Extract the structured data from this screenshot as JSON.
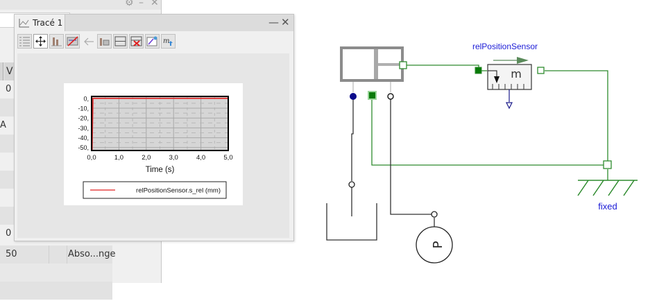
{
  "background_panel": {
    "window_controls": [
      "gear",
      "minimize",
      "close"
    ],
    "table_header_partial": "V",
    "rows": [
      {
        "col_a": "",
        "col_b": "0",
        "col_c": ""
      },
      {
        "col_a": "",
        "col_b": "",
        "col_c": ""
      },
      {
        "col_a": "A",
        "col_b": "",
        "col_c": ""
      },
      {
        "col_a": "",
        "col_b": "",
        "col_c": ""
      },
      {
        "col_a": "",
        "col_b": "",
        "col_c": ""
      },
      {
        "col_a": "",
        "col_b": "",
        "col_c": ""
      },
      {
        "col_a": "",
        "col_b": "",
        "col_c": ""
      },
      {
        "col_a": "",
        "col_b": "",
        "col_c": ""
      },
      {
        "col_a": "",
        "col_b": "0",
        "col_c": ""
      },
      {
        "col_a": "",
        "col_b": "50",
        "col_c": "Abso...nge"
      }
    ]
  },
  "plot_window": {
    "tab_label": "Tracé 1",
    "toolbar": [
      {
        "name": "variables-icon"
      },
      {
        "name": "move-icon",
        "active": true
      },
      {
        "name": "axis-icon"
      },
      {
        "name": "no-grid-icon"
      },
      {
        "name": "back-arrow-icon"
      },
      {
        "name": "export-icon"
      },
      {
        "name": "split-horizontal-icon"
      },
      {
        "name": "delete-plot-icon"
      },
      {
        "name": "edit-curve-icon"
      },
      {
        "name": "math-icon"
      }
    ],
    "minimize_label": "—",
    "close_label": "✕"
  },
  "chart_data": {
    "type": "line",
    "title": "",
    "xlabel": "Time (s)",
    "ylabel": "",
    "xlim": [
      0,
      5
    ],
    "ylim": [
      -53,
      2
    ],
    "xticks": [
      "0,0",
      "1,0",
      "2,0",
      "3,0",
      "4,0",
      "5,0"
    ],
    "yticks": [
      "0,",
      "-10,",
      "-20,",
      "-30,",
      "-40,",
      "-50,"
    ],
    "ytick_values": [
      0,
      -10,
      -20,
      -30,
      -40,
      -50
    ],
    "grid": true,
    "legend_position": "bottom",
    "series": [
      {
        "name": "relPositionSensor.s_rel (mm)",
        "color": "#e02020",
        "x": [
          0.0,
          0.02,
          0.05,
          5.0
        ],
        "y": [
          -53,
          -53,
          0,
          0
        ]
      }
    ]
  },
  "diagram": {
    "sensor_label": "relPositionSensor",
    "sensor_unit": "m",
    "fixed_label": "fixed",
    "pressure_label": "P",
    "colors": {
      "mechanical": "#2e8b2e",
      "label": "#1a1ad6",
      "hydraulic": "#333333",
      "port_blue": "#0a0a8a"
    }
  }
}
